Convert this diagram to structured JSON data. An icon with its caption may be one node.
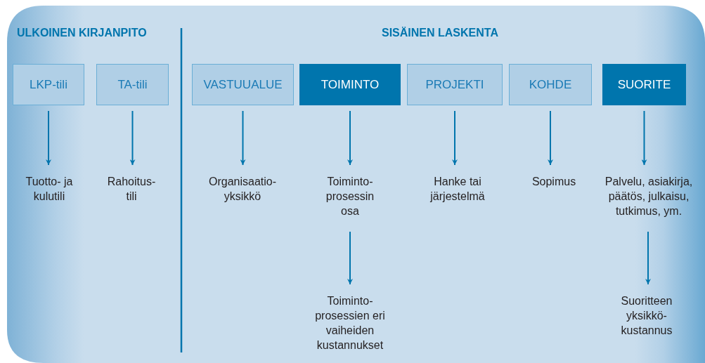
{
  "diagram": {
    "nodes": [
      {
        "text": [
          "LKP-tili"
        ]
      },
      {
        "text": [
          "TA-tili"
        ]
      },
      {
        "text": [
          "VASTUUALUE"
        ]
      },
      {
        "text": [
          "TOIMINTO"
        ]
      },
      {
        "text": [
          "PROJEKTI"
        ]
      },
      {
        "text": [
          "KOHDE"
        ]
      },
      {
        "text": [
          "SUORITE"
        ]
      },
      {
        "text": [
          "Tuotto- ja kulutili"
        ]
      },
      {
        "text": [
          "Rahoitus- tili"
        ]
      },
      {
        "text": [
          "Organisaatio- yksikkö"
        ]
      },
      {
        "text": [
          "Toiminto- prosessin osa"
        ]
      },
      {
        "text": [
          "Hanke tai järjestelmä"
        ]
      },
      {
        "text": [
          "Sopimus"
        ]
      },
      {
        "text": [
          "Palvelu, asiakirja, päätös, julkaisu, tutkimus, ym."
        ]
      },
      {
        "text": [
          "Toiminto- prosessien eri vaiheiden kustannukset"
        ]
      },
      {
        "text": [
          "Suoritteen yksikkö- kustannus"
        ]
      }
    ],
    "edges": [
      {
        "from": 0,
        "to": 7,
        "arrow": "to"
      },
      {
        "from": 1,
        "to": 8,
        "arrow": "to"
      },
      {
        "from": 2,
        "to": 9,
        "arrow": "to"
      },
      {
        "from": 3,
        "to": 10,
        "arrow": "to"
      },
      {
        "from": 4,
        "to": 11,
        "arrow": "to"
      },
      {
        "from": 5,
        "to": 12,
        "arrow": "to"
      },
      {
        "from": 6,
        "to": 13,
        "arrow": "to"
      },
      {
        "from": 10,
        "to": 14,
        "arrow": "to"
      },
      {
        "from": 13,
        "to": 15,
        "arrow": "to"
      }
    ],
    "labels": [
      "ULKOINEN KIRJANPITO",
      "SISÄINEN LASKENTA"
    ]
  }
}
